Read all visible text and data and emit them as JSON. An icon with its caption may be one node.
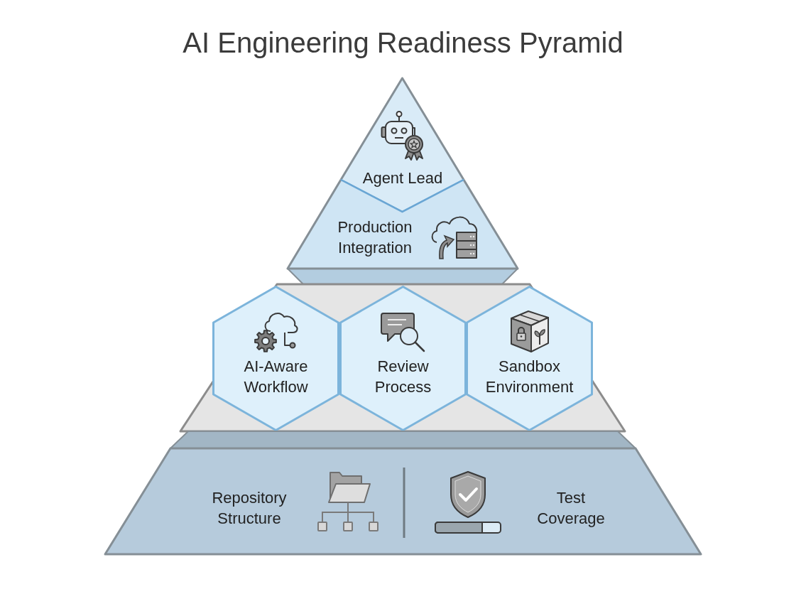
{
  "diagram": {
    "title": "AI Engineering Readiness Pyramid",
    "nodes": [
      {
        "text": [
          "Agent Lead"
        ]
      },
      {
        "text": [
          "Production Integration"
        ]
      },
      {
        "text": [],
        "shape": "band"
      },
      {
        "text": [
          "AI-Aware Workflow"
        ],
        "in": 2
      },
      {
        "text": [
          "Review Process"
        ],
        "in": 2
      },
      {
        "text": [
          "Sandbox Environment"
        ],
        "in": 2
      },
      {
        "text": [
          "Repository Structure",
          "Test Coverage"
        ]
      }
    ]
  }
}
